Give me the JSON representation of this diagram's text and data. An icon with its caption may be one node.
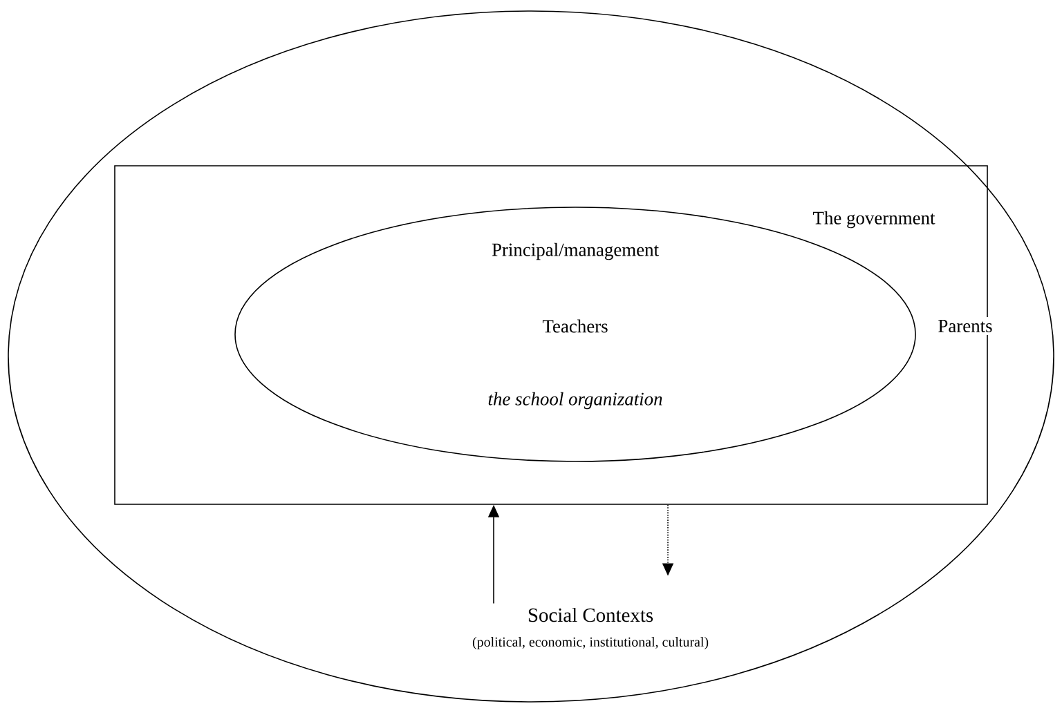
{
  "diagram": {
    "nodes": [
      {
        "text": [],
        "shape": "ellipse"
      },
      {
        "text": [],
        "shape": "box",
        "in": 0
      },
      {
        "text": [
          "Principal/management",
          "Teachers",
          "*the school organization*"
        ],
        "in": 1
      },
      {
        "text": [
          "Social Contexts",
          "(political, economic, institutional, cultural)"
        ],
        "in": 0
      }
    ],
    "edges": [
      {
        "from": 3,
        "to": 1,
        "arrow": "to"
      },
      {
        "from": 1,
        "to": 3,
        "arrow": "to",
        "style": "dashed"
      }
    ],
    "labels": [
      "The government",
      "Parents"
    ]
  }
}
